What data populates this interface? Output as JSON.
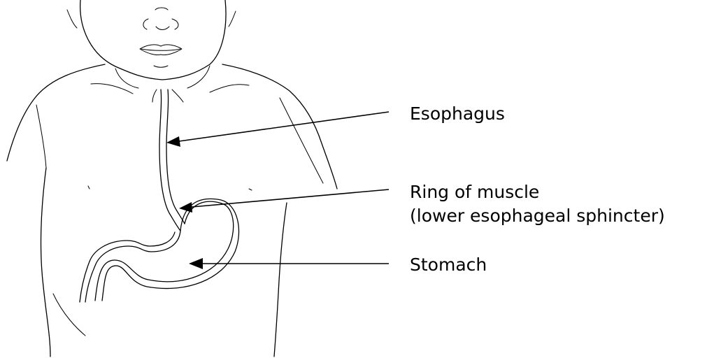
{
  "labels": {
    "esophagus": "Esophagus",
    "ring_line1": "Ring of muscle",
    "ring_line2": "(lower esophageal sphincter)",
    "stomach": "Stomach"
  }
}
